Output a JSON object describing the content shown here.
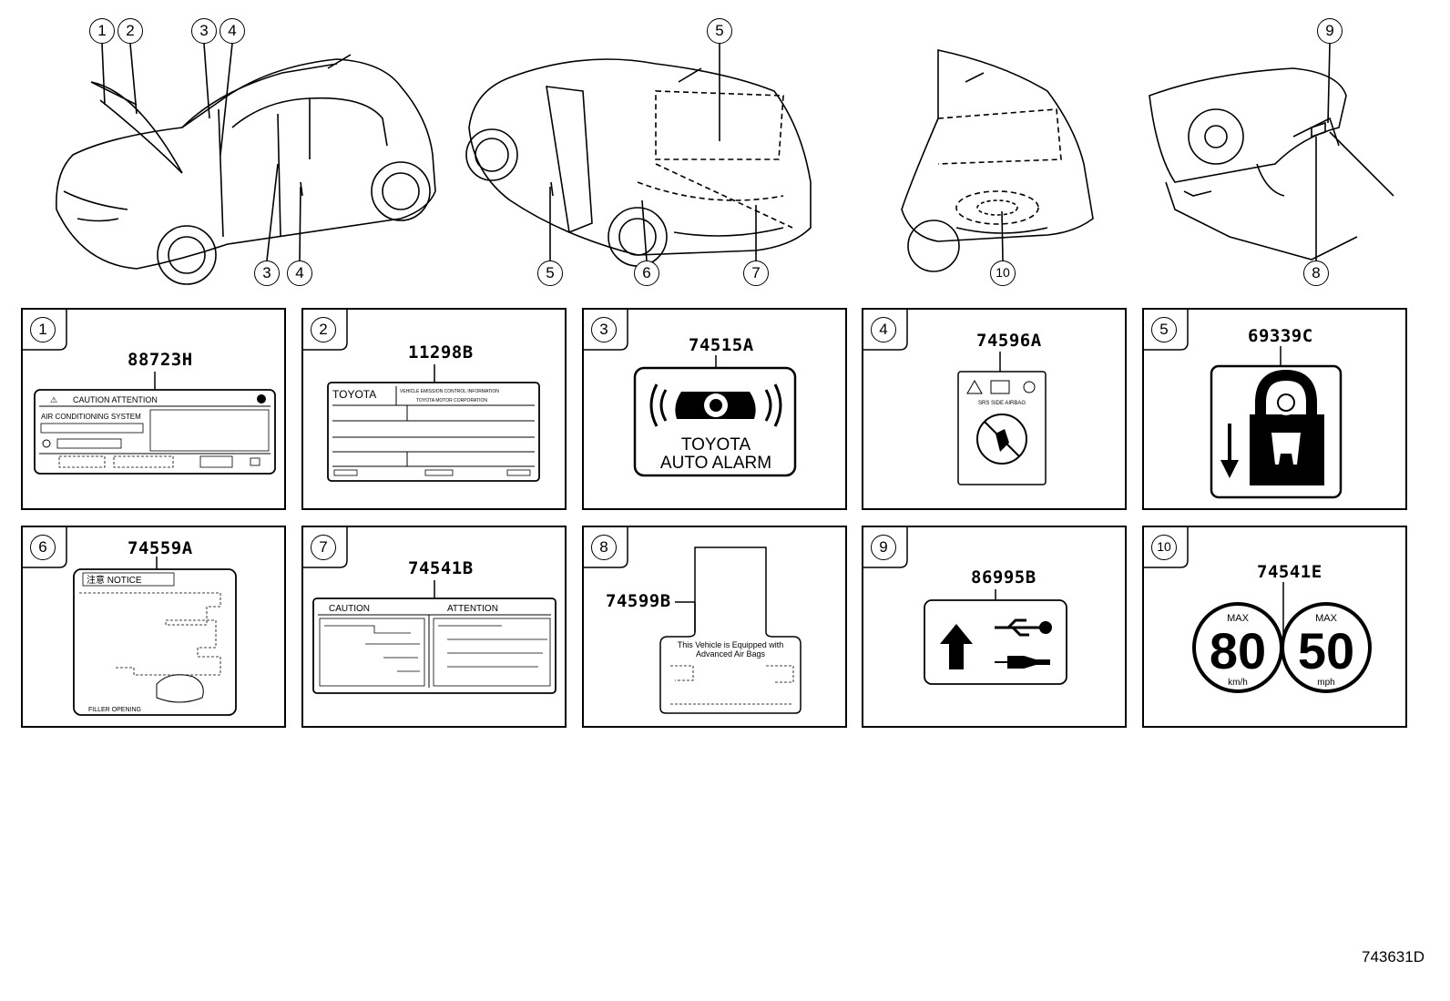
{
  "diagram_ref": "743631D",
  "callouts": [
    "1",
    "2",
    "3",
    "4",
    "3",
    "4",
    "5",
    "5",
    "6",
    "7",
    "10",
    "9",
    "8"
  ],
  "panels": [
    {
      "num": "1",
      "part": "88723H",
      "label_lines": [
        "CAUTION  ATTENTION",
        "AIR CONDITIONING SYSTEM"
      ]
    },
    {
      "num": "2",
      "part": "11298B",
      "label_lines": [
        "TOYOTA",
        "VEHICLE EMISSION CONTROL INFORMATION",
        "TOYOTA MOTOR CORPORATION"
      ]
    },
    {
      "num": "3",
      "part": "74515A",
      "label_lines": [
        "TOYOTA",
        "AUTO ALARM"
      ]
    },
    {
      "num": "4",
      "part": "74596A",
      "label_lines": [
        "SRS  SIDE  AIRBAG"
      ]
    },
    {
      "num": "5",
      "part": "69339C",
      "label_lines": []
    },
    {
      "num": "6",
      "part": "74559A",
      "label_lines": [
        "注意  NOTICE",
        "FILLER OPENING"
      ]
    },
    {
      "num": "7",
      "part": "74541B",
      "label_lines": [
        "CAUTION",
        "ATTENTION"
      ]
    },
    {
      "num": "8",
      "part": "74599B",
      "label_lines": [
        "This Vehicle is Equipped with",
        "Advanced  Air Bags"
      ]
    },
    {
      "num": "9",
      "part": "86995B",
      "label_lines": []
    },
    {
      "num": "10",
      "part": "74541E",
      "label_lines": [
        "MAX",
        "80",
        "km/h",
        "MAX",
        "50",
        "mph"
      ]
    }
  ]
}
